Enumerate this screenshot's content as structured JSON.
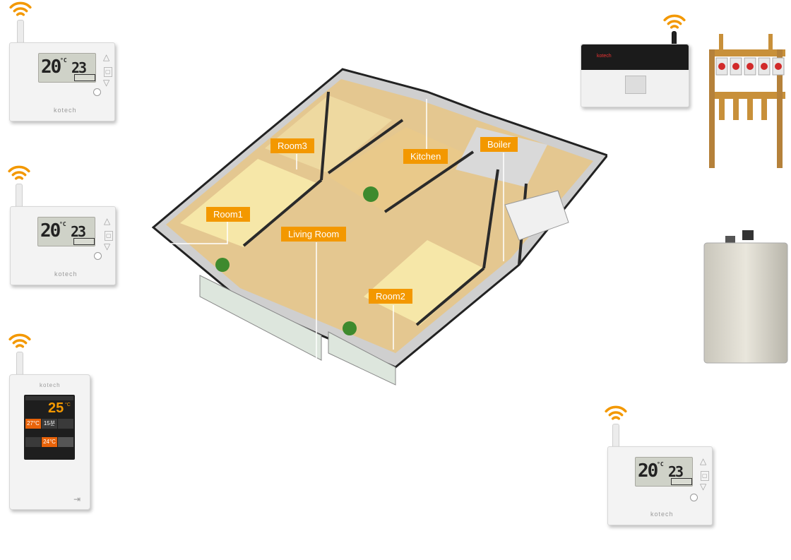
{
  "devices": {
    "thermostat_1": {
      "current_temp": "20",
      "set_temp": "23",
      "unit": "°C",
      "brand": "kotech"
    },
    "thermostat_2": {
      "current_temp": "20",
      "set_temp": "23",
      "unit": "°C",
      "brand": "kotech"
    },
    "thermostat_3": {
      "current_temp": "20",
      "set_temp": "23",
      "unit": "°C",
      "brand": "kotech"
    },
    "touch_thermostat": {
      "brand": "kotech",
      "big_temp": "25",
      "unit": "°C",
      "tiles": [
        "27°C",
        "15분",
        "",
        "",
        "24°C",
        ""
      ]
    },
    "gateway": {
      "brand": "kotech"
    }
  },
  "labels": {
    "room1": "Room1",
    "room2": "Room2",
    "room3": "Room3",
    "living_room": "Living Room",
    "kitchen": "Kitchen",
    "boiler": "Boiler"
  },
  "colors": {
    "label_bg": "#f39800",
    "wifi": "#f39800",
    "lcd": "#cfd2c8"
  }
}
